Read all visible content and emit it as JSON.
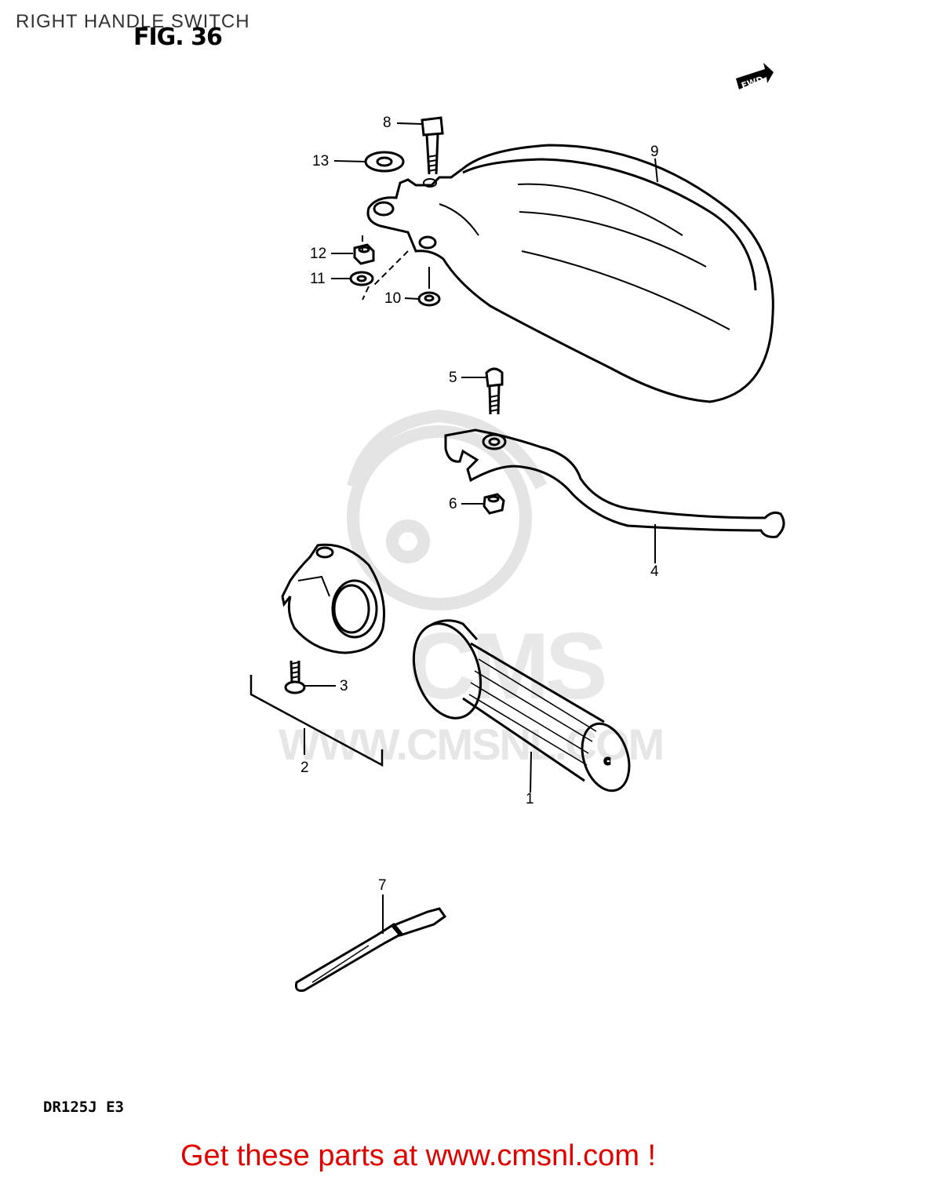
{
  "header": {
    "page_title": "RIGHT HANDLE SWITCH",
    "figure_label": "FIG. 36",
    "fwd_marker": "FWD"
  },
  "watermark": {
    "url_text": "WWW.CMSNL.COM",
    "logo_text": "CMS"
  },
  "callouts": {
    "c1": "1",
    "c2": "2",
    "c3": "3",
    "c4": "4",
    "c5": "5",
    "c6": "6",
    "c7": "7",
    "c8": "8",
    "c9": "9",
    "c10": "10",
    "c11": "11",
    "c12": "12",
    "c13": "13"
  },
  "model_code": "DR125J  E3",
  "footer": {
    "cta_text": "Get these parts at www.cmsnl.com !"
  },
  "colors": {
    "line": "#000000",
    "watermark": "#e6e6e6",
    "footer_text": "#e00000"
  }
}
